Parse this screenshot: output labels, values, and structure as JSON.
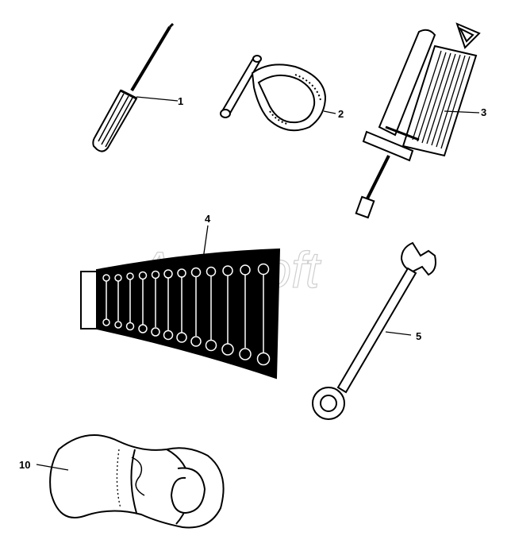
{
  "diagram": {
    "watermark": "ArtsSoft",
    "callouts": [
      {
        "id": "1",
        "label": "1",
        "part": "screwdriver"
      },
      {
        "id": "2",
        "label": "2",
        "part": "oil filter strap wrench"
      },
      {
        "id": "3",
        "label": "3",
        "part": "grease gun"
      },
      {
        "id": "4",
        "label": "4",
        "part": "combination wrench set in roll"
      },
      {
        "id": "5",
        "label": "5",
        "part": "combination wrench"
      },
      {
        "id": "10",
        "label": "10",
        "part": "tool roll bag"
      }
    ]
  }
}
